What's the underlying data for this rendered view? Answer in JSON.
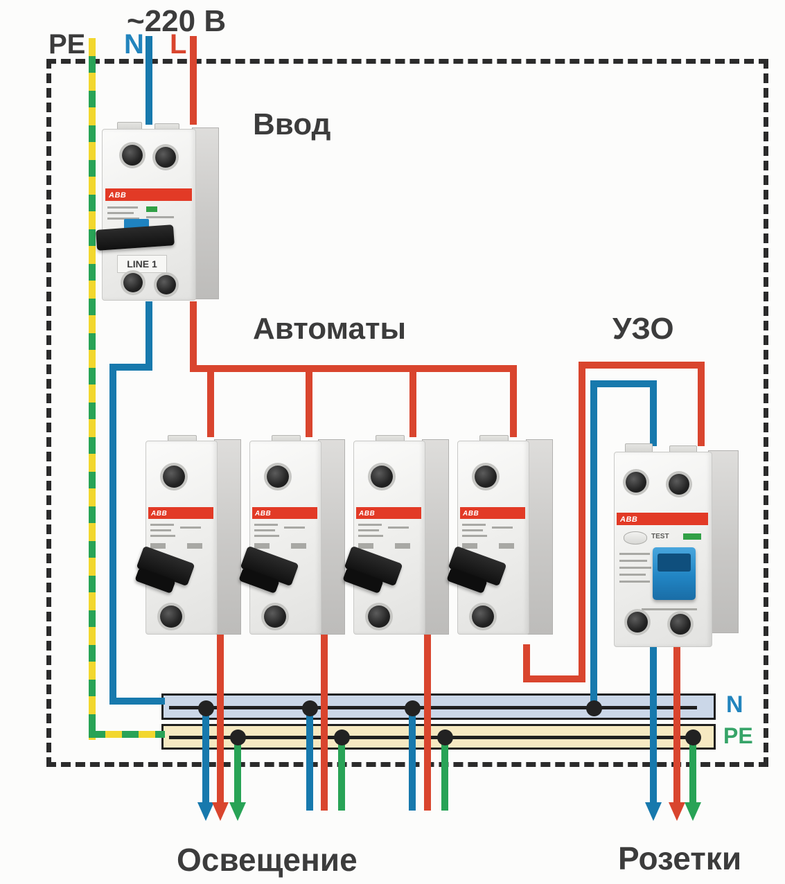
{
  "labels": {
    "voltage": "~220 В",
    "pe": "PE",
    "neutral": "N",
    "line": "L",
    "main_breaker": "Ввод",
    "breakers": "Автоматы",
    "rcd": "УЗО",
    "bus_n": "N",
    "bus_pe": "PE",
    "lighting": "Освещение",
    "sockets": "Розетки"
  },
  "devices": {
    "brand": "ABB",
    "main_breaker_marking": "LINE 1",
    "rcd_test_label": "TEST"
  },
  "colors": {
    "line_wire": "#d9452e",
    "neutral_wire": "#1779ad",
    "ground_wire": "#28a356",
    "pe_yellow": "#f2d72e",
    "n_bus_fill": "#cbd7e8",
    "pe_bus_fill": "#f6e9c2",
    "border_dash": "#2b2b2b",
    "label_text": "#3c3c3c",
    "n_label_blue": "#2284bd",
    "pe_label_green": "#36a468"
  }
}
